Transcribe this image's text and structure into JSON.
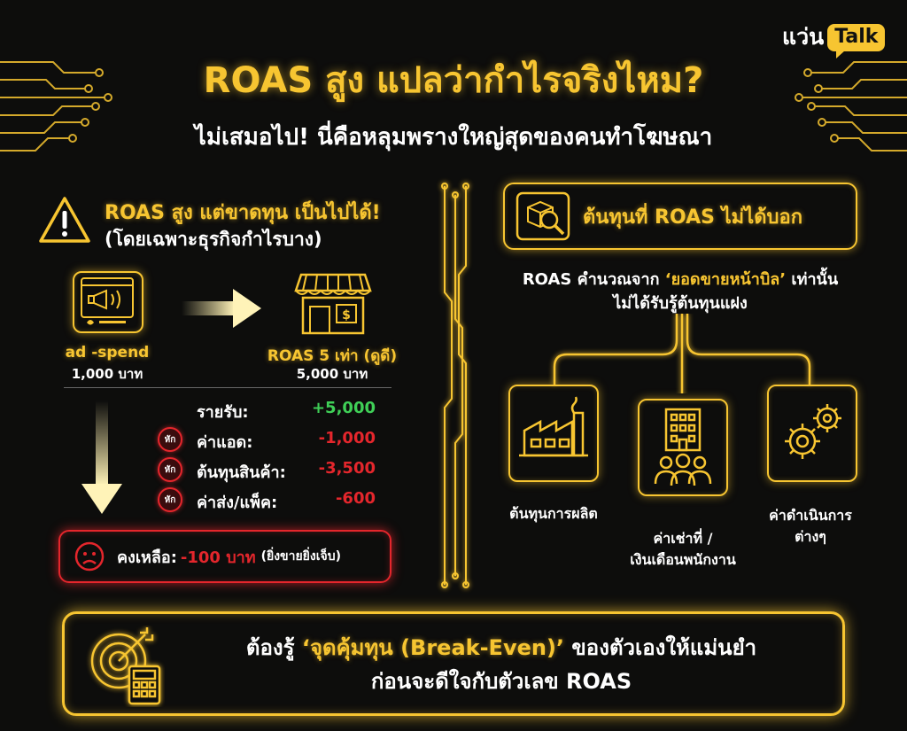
{
  "brand": {
    "thai": "แว่น",
    "talk": "Talk"
  },
  "title": "ROAS สูง แปลว่ากำไรจริงไหม?",
  "subtitle": "ไม่เสมอไป! นี่คือหลุมพรางใหญ่สุดของคนทำโฆษณา",
  "left": {
    "warning_title": "ROAS สูง แต่ขาดทุน เป็นไปได้!",
    "warning_subtitle": "(โดยเฉพาะธุรกิจกำไรบาง)",
    "ad_spend_label": "ad -spend",
    "ad_spend_amount": "1,000 บาท",
    "roas_label": "ROAS 5 เท่า (ดูดี)",
    "roas_amount": "5,000 บาท",
    "deduct_badge": "หัก",
    "rows": [
      {
        "label": "รายรับ:",
        "value": "+5,000"
      },
      {
        "label": "ค่าแอด:",
        "value": "-1,000"
      },
      {
        "label": "ต้นทุนสินค้า:",
        "value": "-3,500"
      },
      {
        "label": "ค่าส่ง/แพ็ค:",
        "value": "-600"
      }
    ],
    "result_label": "คงเหลือ:",
    "result_value": "-100 บาท",
    "result_note": "(ยิ่งขายยิ่งเจ็บ)"
  },
  "right": {
    "hidden_title": "ต้นทุนที่ ROAS ไม่ได้บอก",
    "calc_line1_pre": "ROAS คำนวณจาก ",
    "calc_line1_hl": "‘ยอดขายหน้าบิล’",
    "calc_line1_post": " เท่านั้น",
    "calc_line2": "ไม่ได้รับรู้ต้นทุนแฝง",
    "costs": [
      {
        "label": "ต้นทุนการผลิต",
        "icon": "factory-icon"
      },
      {
        "label_line1": "ค่าเช่าที่ /",
        "label_line2": "เงินเดือนพนักงาน",
        "icon": "building-staff-icon"
      },
      {
        "label_line1": "ค่าดำเนินการ",
        "label_line2": "ต่างๆ",
        "icon": "gears-icon"
      }
    ]
  },
  "banner": {
    "line1_pre": "ต้องรู้ ",
    "line1_hl": "‘จุดคุ้มทุน (Break-Even)’",
    "line1_post": " ของตัวเองให้แม่นยำ",
    "line2": "ก่อนจะดีใจกับตัวเลข ROAS"
  },
  "colors": {
    "accent": "#f7c531",
    "background": "#0d0d0c",
    "positive": "#3fcf57",
    "negative": "#e4262c"
  }
}
